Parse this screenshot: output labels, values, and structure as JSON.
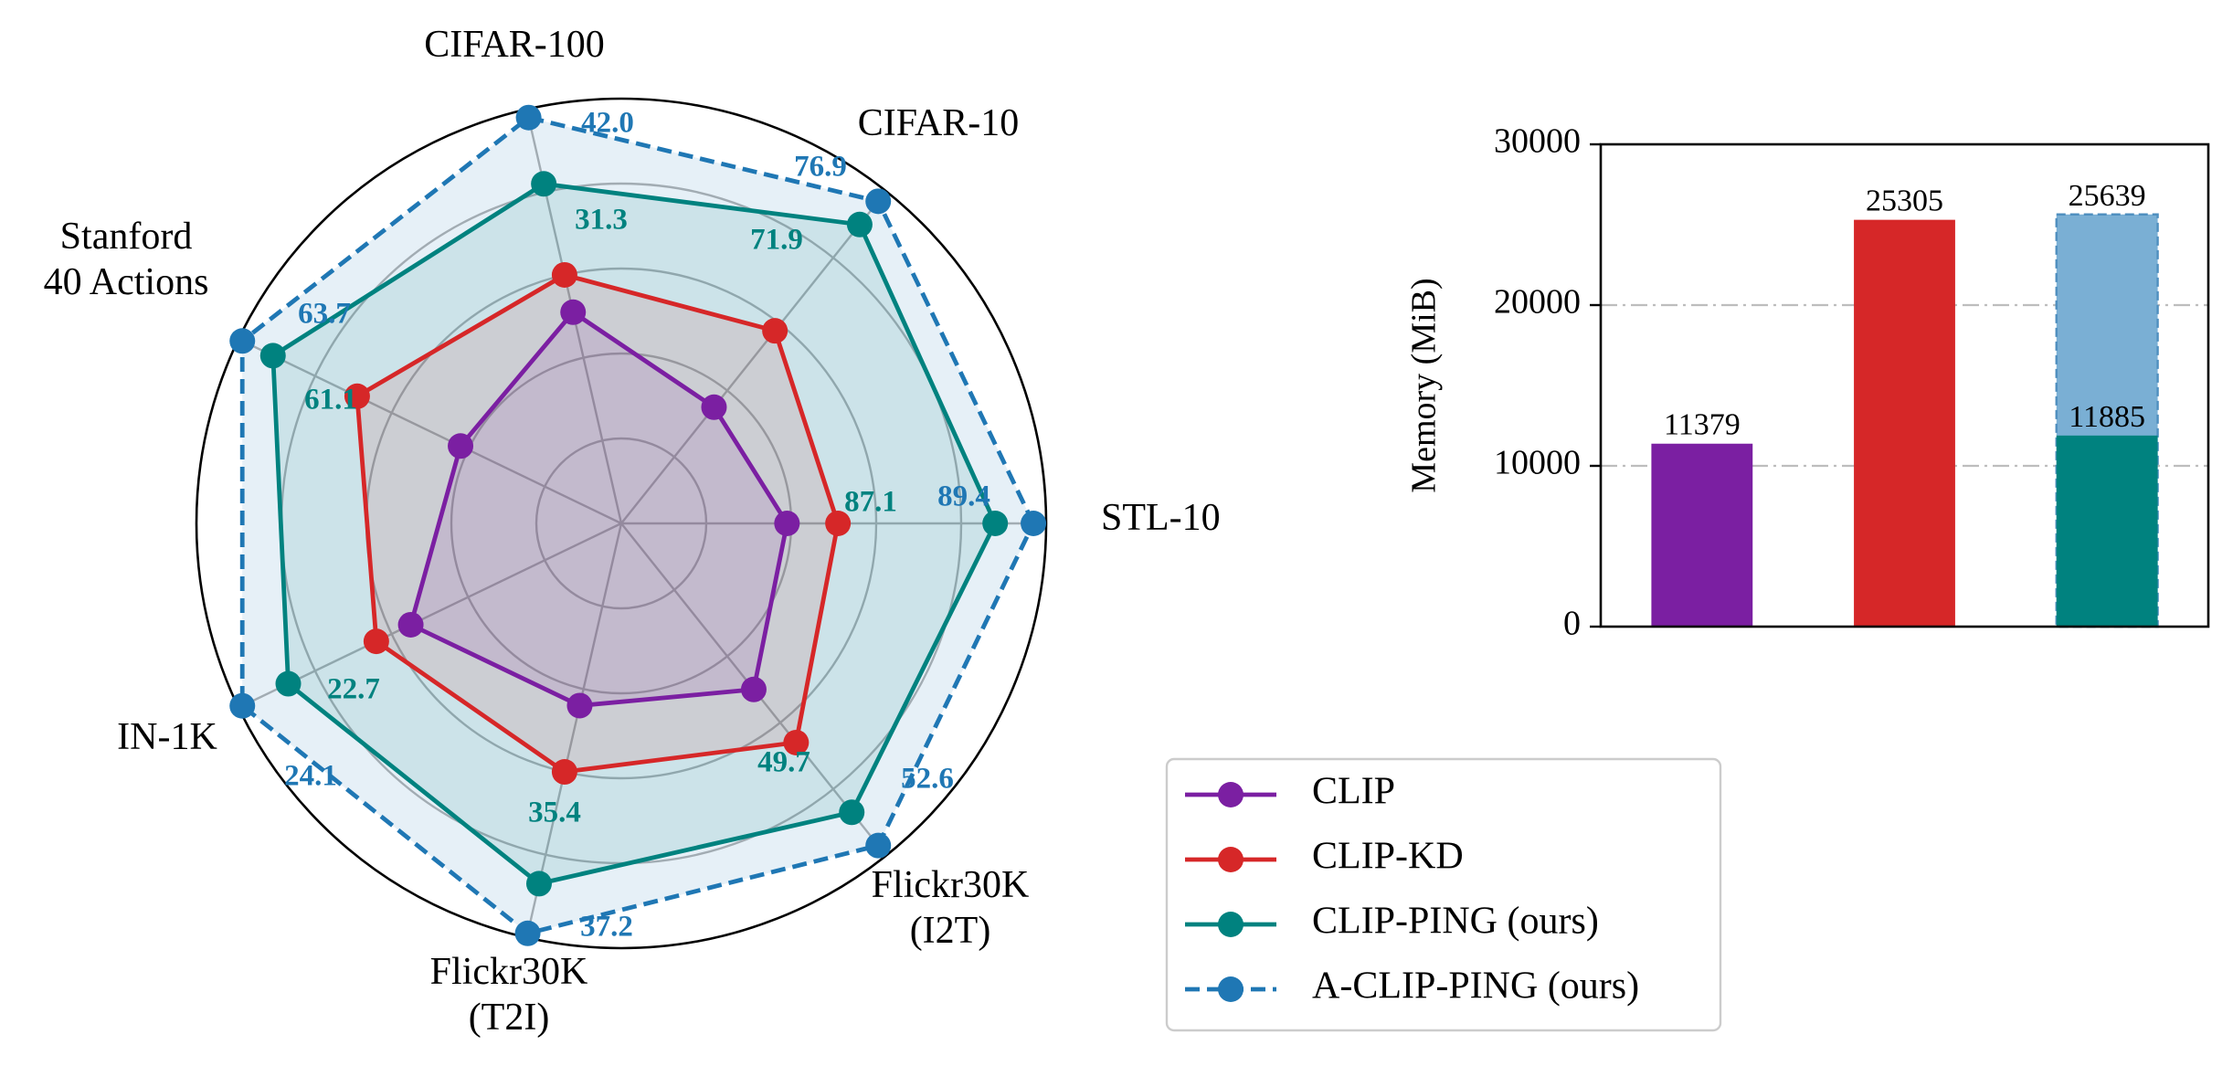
{
  "chart_data": [
    {
      "type": "radar",
      "axes": [
        "STL-10",
        "CIFAR-10",
        "CIFAR-100",
        "Stanford\n40 Actions",
        "IN-1K",
        "Flickr30K\n(T2I)",
        "Flickr30K\n(I2T)"
      ],
      "series": [
        {
          "name": "CLIP",
          "color": "#7b1fa2",
          "line": "solid",
          "r": [
            0.39,
            0.35,
            0.51,
            0.42,
            0.55,
            0.44,
            0.5
          ]
        },
        {
          "name": "CLIP-KD",
          "color": "#d62728",
          "line": "solid",
          "r": [
            0.51,
            0.58,
            0.6,
            0.69,
            0.64,
            0.6,
            0.66
          ]
        },
        {
          "name": "CLIP-PING (ours)",
          "color": "#00827f",
          "line": "solid",
          "r": [
            0.88,
            0.9,
            0.82,
            0.91,
            0.87,
            0.87,
            0.87
          ]
        },
        {
          "name": "A-CLIP-PING (ours)",
          "color": "#1f77b4",
          "line": "dashed",
          "r": [
            0.97,
            0.97,
            0.98,
            0.99,
            0.99,
            0.99,
            0.97
          ]
        }
      ],
      "value_labels": [
        {
          "axis": "STL-10",
          "series": "CLIP-PING (ours)",
          "text": "87.1"
        },
        {
          "axis": "STL-10",
          "series": "A-CLIP-PING (ours)",
          "text": "89.4"
        },
        {
          "axis": "CIFAR-10",
          "series": "CLIP-PING (ours)",
          "text": "71.9"
        },
        {
          "axis": "CIFAR-10",
          "series": "A-CLIP-PING (ours)",
          "text": "76.9"
        },
        {
          "axis": "CIFAR-100",
          "series": "CLIP-PING (ours)",
          "text": "31.3"
        },
        {
          "axis": "CIFAR-100",
          "series": "A-CLIP-PING (ours)",
          "text": "42.0"
        },
        {
          "axis": "Stanford\n40 Actions",
          "series": "CLIP-PING (ours)",
          "text": "61.1"
        },
        {
          "axis": "Stanford\n40 Actions",
          "series": "A-CLIP-PING (ours)",
          "text": "63.7"
        },
        {
          "axis": "IN-1K",
          "series": "CLIP-PING (ours)",
          "text": "22.7"
        },
        {
          "axis": "IN-1K",
          "series": "A-CLIP-PING (ours)",
          "text": "24.1"
        },
        {
          "axis": "Flickr30K\n(T2I)",
          "series": "CLIP-PING (ours)",
          "text": "35.4"
        },
        {
          "axis": "Flickr30K\n(T2I)",
          "series": "A-CLIP-PING (ours)",
          "text": "37.2"
        },
        {
          "axis": "Flickr30K\n(I2T)",
          "series": "CLIP-PING (ours)",
          "text": "49.7"
        },
        {
          "axis": "Flickr30K\n(I2T)",
          "series": "A-CLIP-PING (ours)",
          "text": "52.6"
        }
      ],
      "grid": true
    },
    {
      "type": "bar",
      "ylabel": "Memory (MiB)",
      "ylim": [
        0,
        30000
      ],
      "yticks": [
        0,
        10000,
        20000,
        30000
      ],
      "grid": "horizontal dash-dot",
      "bars": [
        {
          "series": "CLIP",
          "value": 11379,
          "label": "11379",
          "color": "#7b1fa2"
        },
        {
          "series": "CLIP-KD",
          "value": 25305,
          "label": "25305",
          "color": "#d62728"
        },
        {
          "series": "CLIP-PING (ours)",
          "value": 11885,
          "label": "11885",
          "color": "#00827f",
          "stacked_total": 25639,
          "total_label": "25639",
          "total_color": "#7aafd4"
        }
      ]
    }
  ],
  "legend": {
    "placement": "bottom-right",
    "entries": [
      {
        "label": "CLIP",
        "color": "#7b1fa2",
        "line": "solid"
      },
      {
        "label": "CLIP-KD",
        "color": "#d62728",
        "line": "solid"
      },
      {
        "label": "CLIP-PING (ours)",
        "color": "#00827f",
        "line": "solid"
      },
      {
        "label": "A-CLIP-PING (ours)",
        "color": "#1f77b4",
        "line": "dashed"
      }
    ]
  }
}
